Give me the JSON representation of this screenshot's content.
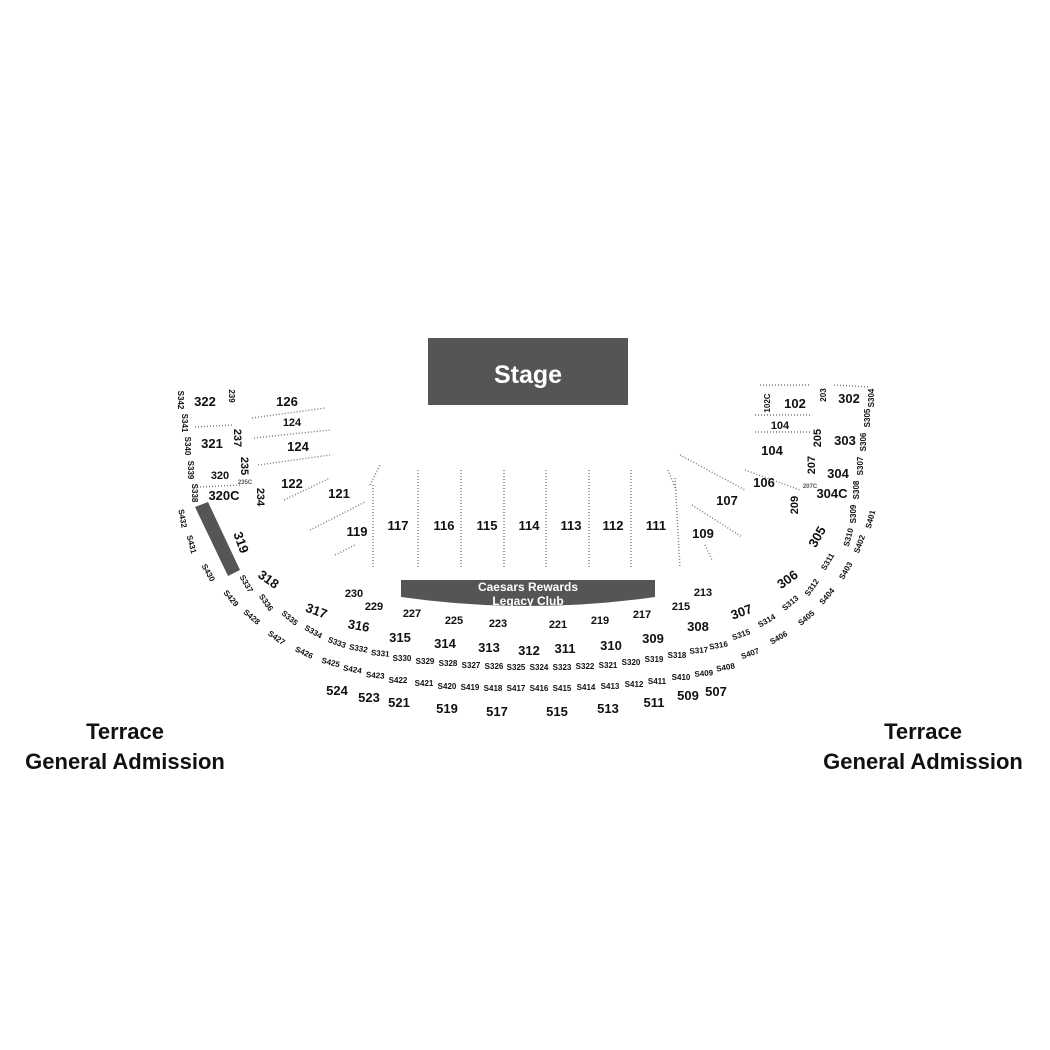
{
  "stage": {
    "label": "Stage"
  },
  "club": {
    "line1": "Caesars Rewards",
    "line2": "Legacy Club"
  },
  "terrace": {
    "left": {
      "line1": "Terrace",
      "line2": "General Admission"
    },
    "right": {
      "line1": "Terrace",
      "line2": "General Admission"
    }
  },
  "sections": {
    "floor": [
      "117",
      "116",
      "115",
      "114",
      "113",
      "112",
      "111",
      "119",
      "109",
      "121",
      "107",
      "122",
      "106",
      "124",
      "124",
      "104",
      "104",
      "126",
      "102",
      "102C"
    ],
    "level200": [
      "239",
      "237",
      "235",
      "234",
      "230",
      "229",
      "227",
      "225",
      "223",
      "221",
      "219",
      "217",
      "215",
      "213",
      "209",
      "207",
      "205",
      "203"
    ],
    "level300": [
      "322",
      "321",
      "320",
      "320C",
      "319",
      "318",
      "317",
      "316",
      "315",
      "314",
      "313",
      "312",
      "311",
      "310",
      "309",
      "308",
      "307",
      "306",
      "305",
      "304C",
      "304",
      "303",
      "302"
    ],
    "suitesS3": [
      "S342",
      "S341",
      "S340",
      "S339",
      "S338",
      "S337",
      "S336",
      "S335",
      "S334",
      "S333",
      "S332",
      "S331",
      "S330",
      "S329",
      "S328",
      "S327",
      "S326",
      "S325",
      "S324",
      "S323",
      "S322",
      "S321",
      "S320",
      "S319",
      "S318",
      "S317",
      "S316",
      "S315",
      "S314",
      "S313",
      "S312",
      "S311",
      "S310",
      "S309",
      "S308",
      "S307",
      "S306",
      "S305",
      "S304"
    ],
    "suitesS4": [
      "S432",
      "S431",
      "S430",
      "S429",
      "S428",
      "S427",
      "S426",
      "S425",
      "S424",
      "S423",
      "S422",
      "S421",
      "S420",
      "S419",
      "S418",
      "S417",
      "S416",
      "S415",
      "S414",
      "S413",
      "S412",
      "S411",
      "S410",
      "S409",
      "S408",
      "S407",
      "S406",
      "S405",
      "S404",
      "S403",
      "S402",
      "S401"
    ],
    "level500": [
      "524",
      "523",
      "521",
      "519",
      "517",
      "515",
      "513",
      "511",
      "509",
      "507"
    ],
    "small": [
      "235C",
      "207C"
    ]
  },
  "colors": {
    "stage": "#555555",
    "club": "#555555",
    "text": "#111111",
    "bar": "#555555"
  }
}
